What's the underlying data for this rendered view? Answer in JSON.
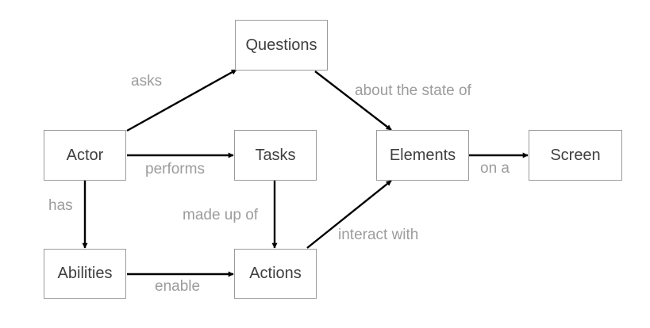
{
  "nodes": {
    "questions": "Questions",
    "actor": "Actor",
    "tasks": "Tasks",
    "elements": "Elements",
    "screen": "Screen",
    "abilities": "Abilities",
    "actions": "Actions"
  },
  "edges": {
    "asks": "asks",
    "about_the_state_of": "about the state of",
    "performs": "performs",
    "on_a": "on a",
    "has": "has",
    "made_up_of": "made up of",
    "interact_with": "interact with",
    "enable": "enable"
  },
  "colors": {
    "arrow": "#000000",
    "node_border": "#9a9a9a",
    "node_text": "#3f3f3f",
    "label_text": "#9c9c9c"
  }
}
